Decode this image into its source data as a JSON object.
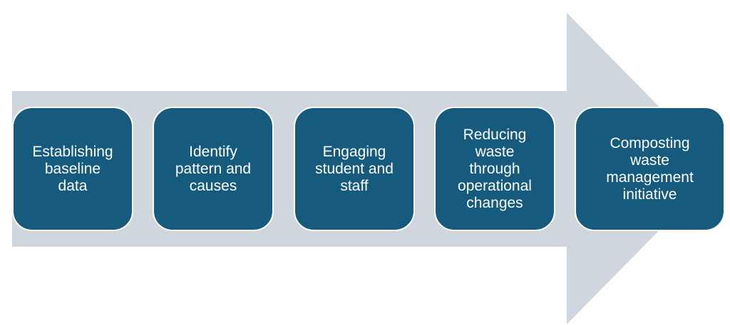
{
  "colors": {
    "arrow": "#d0d6dd",
    "box_fill": "#165b7e",
    "box_border": "#ffffff",
    "text": "#ffffff"
  },
  "steps": [
    {
      "label": "Establishing\nbaseline\ndata"
    },
    {
      "label": "Identify\npattern and\ncauses"
    },
    {
      "label": "Engaging\nstudent and\nstaff"
    },
    {
      "label": "Reducing\nwaste\nthrough\noperational\nchanges"
    },
    {
      "label": "Composting\nwaste\nmanagement\ninitiative"
    }
  ]
}
